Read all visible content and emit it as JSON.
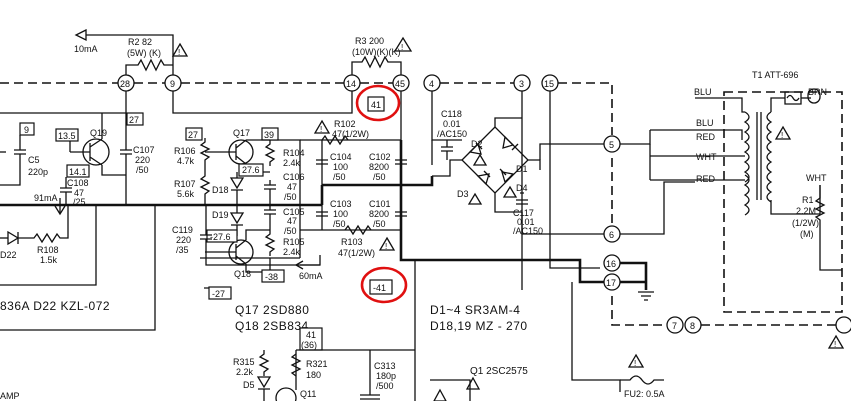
{
  "labels": {
    "current_top": "10mA",
    "r2": "R2  82",
    "r2_spec": "(5W) (K)",
    "r3": "R3 200",
    "r3_spec": "(10W)(K)(K)",
    "t1": "T1   ATT-696",
    "blu_top": "BLU",
    "blu": "BLU",
    "brn": "BRN",
    "red1": "RED",
    "wht": "WHT",
    "red2": "RED",
    "wht_right": "WHT",
    "r1": "R1",
    "r1_val": "2.2M",
    "r1_w": "(1/2W)",
    "r1_m": "(M)",
    "q19": "Q19",
    "box_13_5": "13.5",
    "box_9": "9",
    "box_27a": "27",
    "box_27b": "27",
    "box_39": "39",
    "box_14_1": "14.1",
    "c5": "C5",
    "c5_val": "220p",
    "c107": "C107",
    "c107_v1": "220",
    "c107_v2": "/50",
    "c108": "C108",
    "c108_v1": "47",
    "c108_v2": "/25",
    "i91": "91mA",
    "r108": "R108",
    "r108_val": "1.5k",
    "d22_frag": "D22",
    "r106": "R106",
    "r106_val": "4.7k",
    "r107": "R107",
    "r107_val": "5.6k",
    "q17": "Q17",
    "d18": "D18",
    "d19": "D19",
    "box_27_6a": "27.6",
    "box_27_6b": "-27.6",
    "box_38": "-38",
    "c119": "C119",
    "c119_v1": "220",
    "c119_v2": "/35",
    "q18": "Q18",
    "r104": "R104",
    "r104_val": "2.4k",
    "r105": "R105",
    "r105_val": "2.4k",
    "c106": "C106",
    "c106_v1": "47",
    "c106_v2": "/50",
    "c105": "C105",
    "c105_v1": "47",
    "c105_v2": "/50",
    "i60": "60mA",
    "r102": "R102",
    "r102_val": "47(1/2W)",
    "c104": "C104",
    "c104_v1": "100",
    "c104_v2": "/50",
    "c102": "C102",
    "c102_v1": "8200",
    "c102_v2": "/50",
    "c103": "C103",
    "c103_v1": "100",
    "c103_v2": "/50",
    "c101": "C101",
    "c101_v1": "8200",
    "c101_v2": "/50",
    "r103": "R103",
    "r103_val": "47(1/2W)",
    "box_41": "41",
    "box_m41": "-41",
    "c118": "C118",
    "c118_v1": "0.01",
    "c118_v2": "/AC150",
    "c117": "C117",
    "c117_v1": "0.01",
    "c117_v2": "/AC150",
    "d1": "D1",
    "d2": "D2",
    "d3": "D3",
    "d4": "D4",
    "box_m27": "-27",
    "box_41b": "41",
    "box_36": "(36)",
    "part_left": "836A   D22  KZL-072",
    "q17_part": "Q17   2SD880",
    "q18_part": "Q18   2SB834",
    "d_part": "D1~4    SR3AM-4",
    "d1819_part": "D18,19    MZ - 270",
    "r315": "R315",
    "r315_val": "2.2k",
    "d5": "D5",
    "r321": "R321",
    "r321_val": "180",
    "q11": "Q11",
    "c313": "C313",
    "c313_v1": "180p",
    "c313_v2": "/500",
    "q1_part": "Q1   2SC2575",
    "fu2": "FU2: 0.5A",
    "amp": "AMP",
    "warning": "!"
  },
  "nodes": [
    "28",
    "9",
    "14",
    "45",
    "4",
    "3",
    "15",
    "5",
    "6",
    "16",
    "17",
    "7",
    "8"
  ],
  "colors": {
    "ink": "#111111",
    "highlight": "#e01010",
    "background": "#ffffff"
  }
}
